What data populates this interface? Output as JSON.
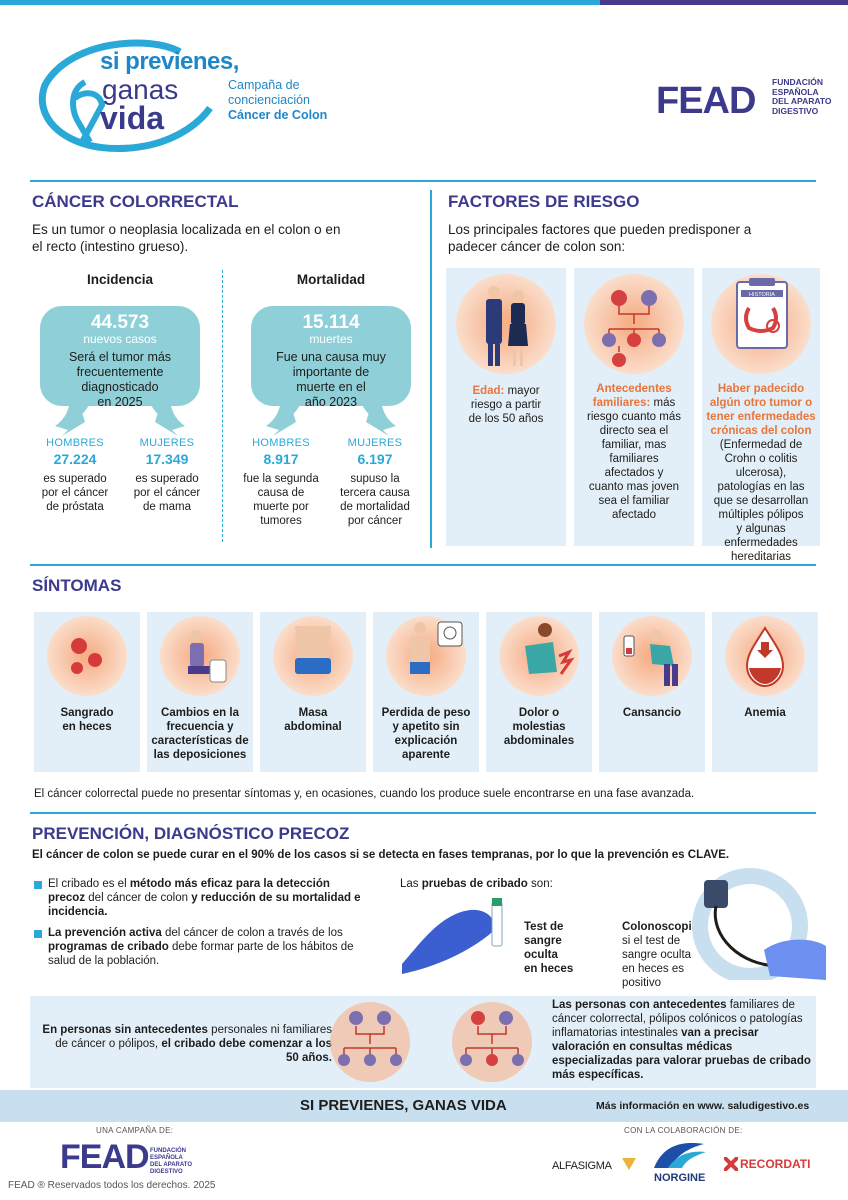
{
  "header": {
    "slogan_line1": "si previenes,",
    "slogan_line2": "ganas",
    "slogan_line3": "vida",
    "campaign_line1": "Campaña de",
    "campaign_line2": "concienciación",
    "campaign_line3": "Cáncer de Colon",
    "logo_text": "FEAD",
    "logo_sub": [
      "FUNDACIÓN",
      "ESPAÑOLA",
      "DEL APARATO",
      "DIGESTIVO"
    ]
  },
  "colorrectal": {
    "title": "CÁNCER COLORRECTAL",
    "intro_line1": "Es un tumor o neoplasia localizada en el colon o en",
    "intro_line2": "el recto (intestino grueso).",
    "incidencia": {
      "heading": "Incidencia",
      "number": "44.573",
      "unit": "nuevos casos",
      "desc": [
        "Será el tumor más",
        "frecuentemente",
        "diagnosticado",
        "en 2025"
      ],
      "men_label": "HOMBRES",
      "men_value": "27.224",
      "men_desc": [
        "es superado",
        "por el cáncer",
        "de próstata"
      ],
      "women_label": "MUJERES",
      "women_value": "17.349",
      "women_desc": [
        "es superado",
        "por el cáncer",
        "de mama"
      ]
    },
    "mortalidad": {
      "heading": "Mortalidad",
      "number": "15.114",
      "unit": "muertes",
      "desc": [
        "Fue una causa muy",
        "importante de",
        "muerte en el",
        "año 2023"
      ],
      "men_label": "HOMBRES",
      "men_value": "8.917",
      "men_desc": [
        "fue la segunda",
        "causa de",
        "muerte por",
        "tumores"
      ],
      "women_label": "MUJERES",
      "women_value": "6.197",
      "women_desc": [
        "supuso la",
        "tercera causa",
        "de mortalidad",
        "por cáncer"
      ]
    }
  },
  "risk": {
    "title": "FACTORES DE RIESGO",
    "intro_line1": "Los principales factores que pueden predisponer a",
    "intro_line2": "padecer cáncer de colon son:",
    "card1_bold": "Edad:",
    "card1_text": [
      "mayor",
      "riesgo a partir",
      "de los 50 años"
    ],
    "card2_bold": [
      "Antecedentes",
      "familiares:"
    ],
    "card2_text": [
      "más",
      "riesgo cuanto más",
      "directo sea el",
      "familiar, mas",
      "familiares",
      "afectados y",
      "cuanto mas joven",
      "sea el familiar",
      "afectado"
    ],
    "card3_bold": [
      "Haber padecido",
      "algún otro tumor o",
      "tener enfermedades",
      "crónicas del colon"
    ],
    "card3_text": [
      "(Enfermedad de",
      "Crohn o colitis",
      "ulcerosa),",
      "patologías en las",
      "que se desarrollan",
      "múltiples pólipos",
      "y algunas",
      "enfermedades",
      "hereditarias"
    ],
    "clipboard_label": "HISTORIA"
  },
  "symptoms": {
    "title": "SÍNTOMAS",
    "items": [
      {
        "label": [
          "Sangrado",
          "en heces"
        ]
      },
      {
        "label": [
          "Cambios en la",
          "frecuencia y",
          "características de",
          "las deposiciones"
        ]
      },
      {
        "label": [
          "Masa",
          "abdominal"
        ]
      },
      {
        "label": [
          "Perdida de peso",
          "y apetito sin",
          "explicación",
          "aparente"
        ]
      },
      {
        "label": [
          "Dolor o",
          "molestias",
          "abdominales"
        ]
      },
      {
        "label": [
          "Cansancio"
        ]
      },
      {
        "label": [
          "Anemia"
        ]
      }
    ],
    "note": "El cáncer colorrectal puede no presentar síntomas y, en ocasiones, cuando los produce suele encontrarse en una fase avanzada."
  },
  "prevention": {
    "title": "PREVENCIÓN, DIAGNÓSTICO PRECOZ",
    "lead": "El cáncer de colon se puede curar en el 90% de los casos si se detecta en fases tempranas, por lo que la prevención es CLAVE.",
    "bullet1_a": "El cribado es el",
    "bullet1_b": "método más eficaz para la detección",
    "bullet1_c": "precoz",
    "bullet1_d": "del cáncer de colon",
    "bullet1_e": "y reducción de su",
    "bullet1_f": "mortalidad e incidencia.",
    "bullet2_a": "La prevención activa",
    "bullet2_b": "del cáncer de colon a través de",
    "bullet2_c": "los",
    "bullet2_d": "programas de cribado",
    "bullet2_e": "debe formar parte de los",
    "bullet2_f": "hábitos de salud de la población.",
    "tests_intro_a": "Las",
    "tests_intro_b": "pruebas de cribado",
    "tests_intro_c": "son:",
    "test1": [
      "Test de",
      "sangre",
      "oculta",
      "en heces"
    ],
    "test2_bold": "Colonoscopia:",
    "test2_text": [
      "si el test de",
      "sangre oculta",
      "en heces es",
      "positivo"
    ],
    "left_box_a": "En personas sin antecedentes",
    "left_box_b": "personales ni",
    "left_box_c": "familiares de cáncer o pólipos,",
    "left_box_d": "el cribado debe",
    "left_box_e": "comenzar a los 50 años.",
    "right_box_a": "Las personas con antecedentes",
    "right_box_b": "familiares",
    "right_box_c": "de cáncer colorrectal, pólipos colónicos o",
    "right_box_d": "patologías inflamatorias intestinales",
    "right_box_e": "van a",
    "right_box_f": "precisar valoración en consultas médicas",
    "right_box_g": "especializadas para valorar pruebas de",
    "right_box_h": "cribado más específicas."
  },
  "footer": {
    "cta": "SI PREVIENES, GANAS VIDA",
    "more_info": "Más información en www. saludigestivo.es",
    "campaign_of": "UNA CAMPAÑA DE:",
    "collab": "CON LA COLABORACIÓN DE:",
    "logo_text": "FEAD",
    "logo_sub": [
      "FUNDACIÓN",
      "ESPAÑOLA",
      "DEL APARATO",
      "DIGESTIVO"
    ],
    "sponsor1": "ALFASIGMA",
    "sponsor2": "NORGINE",
    "sponsor3": "RECORDATI",
    "copyright": "FEAD ® Reservados todos los derechos. 2025"
  },
  "colors": {
    "purple": "#3c3a8c",
    "cyan": "#2aa9d8",
    "orange": "#e8753a",
    "light_blue": "#e3eff8",
    "teal_bubble": "#8fd0d8"
  }
}
